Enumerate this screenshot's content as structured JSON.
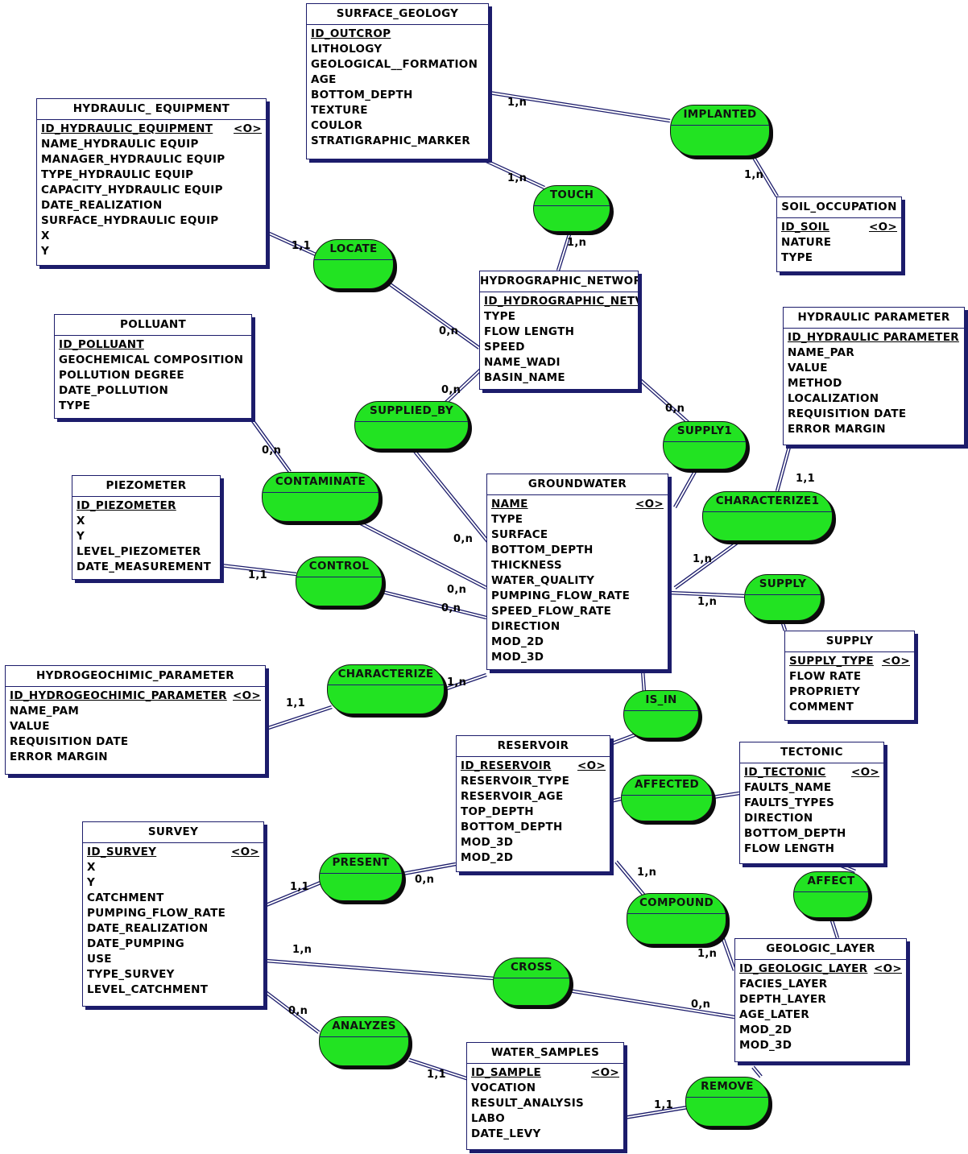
{
  "diagram": {
    "entities": [
      {
        "id": "surface_geology",
        "title": "SURFACE_GEOLOGY",
        "attrs": [
          {
            "name": "ID_OUTCROP",
            "key": true
          },
          {
            "name": "LITHOLOGY"
          },
          {
            "name": "GEOLOGICAL__FORMATION"
          },
          {
            "name": "AGE"
          },
          {
            "name": "BOTTOM_DEPTH"
          },
          {
            "name": "TEXTURE"
          },
          {
            "name": "COULOR"
          },
          {
            "name": "STRATIGRAPHIC_MARKER"
          }
        ]
      },
      {
        "id": "hydraulic_equipment",
        "title": "HYDRAULIC_ EQUIPMENT",
        "attrs": [
          {
            "name": "ID_HYDRAULIC_EQUIPMENT",
            "key": true,
            "tag": "<O>"
          },
          {
            "name": "NAME_HYDRAULIC EQUIP"
          },
          {
            "name": "MANAGER_HYDRAULIC EQUIP"
          },
          {
            "name": "TYPE_HYDRAULIC EQUIP"
          },
          {
            "name": "CAPACITY_HYDRAULIC EQUIP"
          },
          {
            "name": "DATE_REALIZATION"
          },
          {
            "name": "SURFACE_HYDRAULIC EQUIP"
          },
          {
            "name": "X"
          },
          {
            "name": "Y"
          }
        ]
      },
      {
        "id": "soil_occupation",
        "title": "SOIL_OCCUPATION",
        "attrs": [
          {
            "name": "ID_SOIL",
            "key": true,
            "tag": "<O>"
          },
          {
            "name": "NATURE"
          },
          {
            "name": "TYPE"
          }
        ]
      },
      {
        "id": "hydrographic_network",
        "title": "HYDROGRAPHIC_NETWOR",
        "attrs": [
          {
            "name": "ID_HYDROGRAPHIC_NETV",
            "key": true
          },
          {
            "name": "TYPE"
          },
          {
            "name": "FLOW LENGTH"
          },
          {
            "name": "SPEED"
          },
          {
            "name": "NAME_WADI"
          },
          {
            "name": "BASIN_NAME"
          }
        ]
      },
      {
        "id": "pollutant",
        "title": "POLLUANT",
        "attrs": [
          {
            "name": "ID_POLLUANT",
            "key": true
          },
          {
            "name": "GEOCHEMICAL COMPOSITION"
          },
          {
            "name": "POLLUTION DEGREE"
          },
          {
            "name": "DATE_POLLUTION"
          },
          {
            "name": "TYPE"
          }
        ]
      },
      {
        "id": "hydraulic_parameter",
        "title": "HYDRAULIC PARAMETER",
        "attrs": [
          {
            "name": "ID_HYDRAULIC PARAMETER",
            "key": true
          },
          {
            "name": "NAME_PAR"
          },
          {
            "name": "VALUE"
          },
          {
            "name": "METHOD"
          },
          {
            "name": "LOCALIZATION"
          },
          {
            "name": "REQUISITION DATE"
          },
          {
            "name": "ERROR MARGIN"
          }
        ]
      },
      {
        "id": "piezometer",
        "title": "PIEZOMETER",
        "attrs": [
          {
            "name": "ID_PIEZOMETER",
            "key": true
          },
          {
            "name": "X"
          },
          {
            "name": "Y"
          },
          {
            "name": "LEVEL_PIEZOMETER"
          },
          {
            "name": "DATE_MEASUREMENT"
          }
        ]
      },
      {
        "id": "groundwater",
        "title": "GROUNDWATER",
        "attrs": [
          {
            "name": "NAME",
            "key": true,
            "tag": "<O>"
          },
          {
            "name": "TYPE"
          },
          {
            "name": "SURFACE"
          },
          {
            "name": "BOTTOM_DEPTH"
          },
          {
            "name": "THICKNESS"
          },
          {
            "name": "WATER_QUALITY"
          },
          {
            "name": "PUMPING_FLOW_RATE"
          },
          {
            "name": "SPEED_FLOW_RATE"
          },
          {
            "name": "DIRECTION"
          },
          {
            "name": "MOD_2D"
          },
          {
            "name": "MOD_3D"
          }
        ]
      },
      {
        "id": "supply_entity",
        "title": "SUPPLY",
        "attrs": [
          {
            "name": "SUPPLY_TYPE",
            "key": true,
            "tag": "<O>"
          },
          {
            "name": "FLOW RATE"
          },
          {
            "name": "PROPRIETY"
          },
          {
            "name": "COMMENT"
          }
        ]
      },
      {
        "id": "hydrogeochimic_parameter",
        "title": "HYDROGEOCHIMIC_PARAMETER",
        "attrs": [
          {
            "name": "ID_HYDROGEOCHIMIC_PARAMETER",
            "key": true,
            "tag": "<O>"
          },
          {
            "name": "NAME_PAM"
          },
          {
            "name": "VALUE"
          },
          {
            "name": "REQUISITION DATE"
          },
          {
            "name": "ERROR MARGIN"
          }
        ]
      },
      {
        "id": "reservoir",
        "title": "RESERVOIR",
        "attrs": [
          {
            "name": "ID_RESERVOIR",
            "key": true,
            "tag": "<O>"
          },
          {
            "name": "RESERVOIR_TYPE"
          },
          {
            "name": "RESERVOIR_AGE"
          },
          {
            "name": "TOP_DEPTH"
          },
          {
            "name": "BOTTOM_DEPTH"
          },
          {
            "name": "MOD_3D"
          },
          {
            "name": "MOD_2D"
          }
        ]
      },
      {
        "id": "tectonic",
        "title": "TECTONIC",
        "attrs": [
          {
            "name": "ID_TECTONIC",
            "key": true,
            "tag": "<O>"
          },
          {
            "name": "FAULTS_NAME"
          },
          {
            "name": "FAULTS_TYPES"
          },
          {
            "name": "DIRECTION"
          },
          {
            "name": "BOTTOM_DEPTH"
          },
          {
            "name": "FLOW LENGTH"
          }
        ]
      },
      {
        "id": "survey",
        "title": "SURVEY",
        "attrs": [
          {
            "name": "ID_SURVEY",
            "key": true,
            "tag": "<O>"
          },
          {
            "name": "X"
          },
          {
            "name": "Y"
          },
          {
            "name": "CATCHMENT"
          },
          {
            "name": "PUMPING_FLOW_RATE"
          },
          {
            "name": "DATE_REALIZATION"
          },
          {
            "name": "DATE_PUMPING"
          },
          {
            "name": "USE"
          },
          {
            "name": "TYPE_SURVEY"
          },
          {
            "name": "LEVEL_CATCHMENT"
          }
        ]
      },
      {
        "id": "geologic_layer",
        "title": "GEOLOGIC_LAYER",
        "attrs": [
          {
            "name": "ID_GEOLOGIC_LAYER",
            "key": true,
            "tag": "<O>"
          },
          {
            "name": "FACIES_LAYER"
          },
          {
            "name": "DEPTH_LAYER"
          },
          {
            "name": "AGE_LATER"
          },
          {
            "name": "MOD_2D"
          },
          {
            "name": "MOD_3D"
          }
        ]
      },
      {
        "id": "water_samples",
        "title": "WATER_SAMPLES",
        "attrs": [
          {
            "name": "ID_SAMPLE",
            "key": true,
            "tag": "<O>"
          },
          {
            "name": "VOCATION"
          },
          {
            "name": "RESULT_ANALYSIS"
          },
          {
            "name": "LABO"
          },
          {
            "name": "DATE_LEVY"
          }
        ]
      }
    ],
    "relationships": [
      {
        "id": "implanted",
        "label": "IMPLANTED"
      },
      {
        "id": "touch",
        "label": "TOUCH"
      },
      {
        "id": "locate",
        "label": "LOCATE"
      },
      {
        "id": "supplied_by",
        "label": "SUPPLIED_BY"
      },
      {
        "id": "supply1",
        "label": "SUPPLY1"
      },
      {
        "id": "contaminate",
        "label": "CONTAMINATE"
      },
      {
        "id": "characterize1",
        "label": "CHARACTERIZE1"
      },
      {
        "id": "control",
        "label": "CONTROL"
      },
      {
        "id": "supply_rel",
        "label": "SUPPLY"
      },
      {
        "id": "characterize",
        "label": "CHARACTERIZE"
      },
      {
        "id": "is_in",
        "label": "IS_IN"
      },
      {
        "id": "affected",
        "label": "AFFECTED"
      },
      {
        "id": "present",
        "label": "PRESENT"
      },
      {
        "id": "affect",
        "label": "AFFECT"
      },
      {
        "id": "compound",
        "label": "COMPOUND"
      },
      {
        "id": "cross",
        "label": "CROSS"
      },
      {
        "id": "analyzes",
        "label": "ANALYZES"
      },
      {
        "id": "remove",
        "label": "REMOVE"
      }
    ],
    "links": [
      {
        "from": "surface_geology",
        "to": "implanted",
        "card": "1,n"
      },
      {
        "from": "soil_occupation",
        "to": "implanted",
        "card": "1,n"
      },
      {
        "from": "surface_geology",
        "to": "touch",
        "card": "1,n"
      },
      {
        "from": "hydrographic_network",
        "to": "touch",
        "card": "1,n"
      },
      {
        "from": "hydraulic_equipment",
        "to": "locate",
        "card": "1,1"
      },
      {
        "from": "hydrographic_network",
        "to": "locate",
        "card": "0,n"
      },
      {
        "from": "hydrographic_network",
        "to": "supplied_by",
        "card": "0,n"
      },
      {
        "from": "groundwater",
        "to": "supplied_by",
        "card": "0,n"
      },
      {
        "from": "hydrographic_network",
        "to": "supply1",
        "card": "0,n"
      },
      {
        "from": "groundwater",
        "to": "supply1",
        "card": ""
      },
      {
        "from": "pollutant",
        "to": "contaminate",
        "card": "0,n"
      },
      {
        "from": "groundwater",
        "to": "contaminate",
        "card": "0,n"
      },
      {
        "from": "hydraulic_parameter",
        "to": "characterize1",
        "card": "1,1"
      },
      {
        "from": "groundwater",
        "to": "characterize1",
        "card": "1,n"
      },
      {
        "from": "piezometer",
        "to": "control",
        "card": "1,1"
      },
      {
        "from": "groundwater",
        "to": "control",
        "card": "0,n"
      },
      {
        "from": "groundwater",
        "to": "supply_rel",
        "card": "1,n"
      },
      {
        "from": "supply_entity",
        "to": "supply_rel",
        "card": ""
      },
      {
        "from": "hydrogeochimic_parameter",
        "to": "characterize",
        "card": "1,1"
      },
      {
        "from": "groundwater",
        "to": "characterize",
        "card": "1,n"
      },
      {
        "from": "groundwater",
        "to": "is_in",
        "card": ""
      },
      {
        "from": "reservoir",
        "to": "is_in",
        "card": ""
      },
      {
        "from": "reservoir",
        "to": "affected",
        "card": ""
      },
      {
        "from": "tectonic",
        "to": "affected",
        "card": ""
      },
      {
        "from": "survey",
        "to": "present",
        "card": "1,1"
      },
      {
        "from": "reservoir",
        "to": "present",
        "card": "0,n"
      },
      {
        "from": "tectonic",
        "to": "affect",
        "card": ""
      },
      {
        "from": "geologic_layer",
        "to": "affect",
        "card": ""
      },
      {
        "from": "reservoir",
        "to": "compound",
        "card": "1,n"
      },
      {
        "from": "geologic_layer",
        "to": "compound",
        "card": "1,n"
      },
      {
        "from": "survey",
        "to": "cross",
        "card": "1,n"
      },
      {
        "from": "geologic_layer",
        "to": "cross",
        "card": "0,n"
      },
      {
        "from": "survey",
        "to": "analyzes",
        "card": "0,n"
      },
      {
        "from": "water_samples",
        "to": "analyzes",
        "card": "1,1"
      },
      {
        "from": "water_samples",
        "to": "remove",
        "card": "1,1"
      },
      {
        "from": "geologic_layer",
        "to": "remove",
        "card": ""
      }
    ]
  }
}
